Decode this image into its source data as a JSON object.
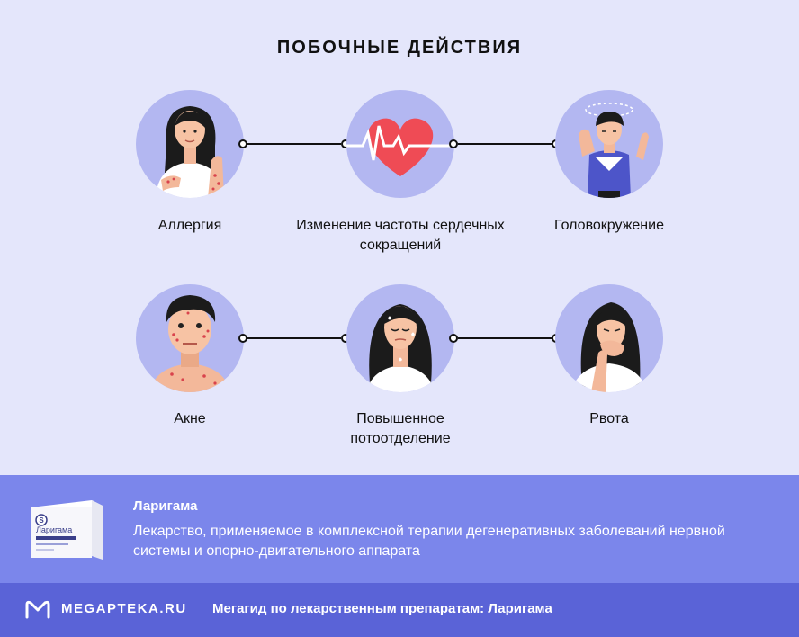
{
  "title": "ПОБОЧНЫЕ ДЕЙСТВИЯ",
  "effects": [
    {
      "label": "Аллергия",
      "icon": "woman-scratching-rash-icon"
    },
    {
      "label": "Изменение частоты сердечных сокращений",
      "icon": "heart-pulse-icon"
    },
    {
      "label": "Головокружение",
      "icon": "dizzy-person-icon"
    },
    {
      "label": "Акне",
      "icon": "man-with-acne-icon"
    },
    {
      "label": "Повышенное потоотделение",
      "icon": "sweating-woman-icon"
    },
    {
      "label": "Рвота",
      "icon": "nauseous-woman-icon"
    }
  ],
  "product": {
    "name": "Ларигама",
    "package_text": "Ларигама",
    "description": "Лекарство, применяемое в комплексной терапии дегенеративных заболеваний нервной системы и опорно-двигательного аппарата"
  },
  "footer": {
    "brand": "MEGAPTEKA.RU",
    "text": "Мегагид по лекарственным препаратам: Ларигама"
  },
  "colors": {
    "background": "#e4e6fb",
    "circle": "#b3b7f1",
    "info_band": "#7b86eb",
    "footer_band": "#5a63d7",
    "heart": "#ef4b55"
  }
}
